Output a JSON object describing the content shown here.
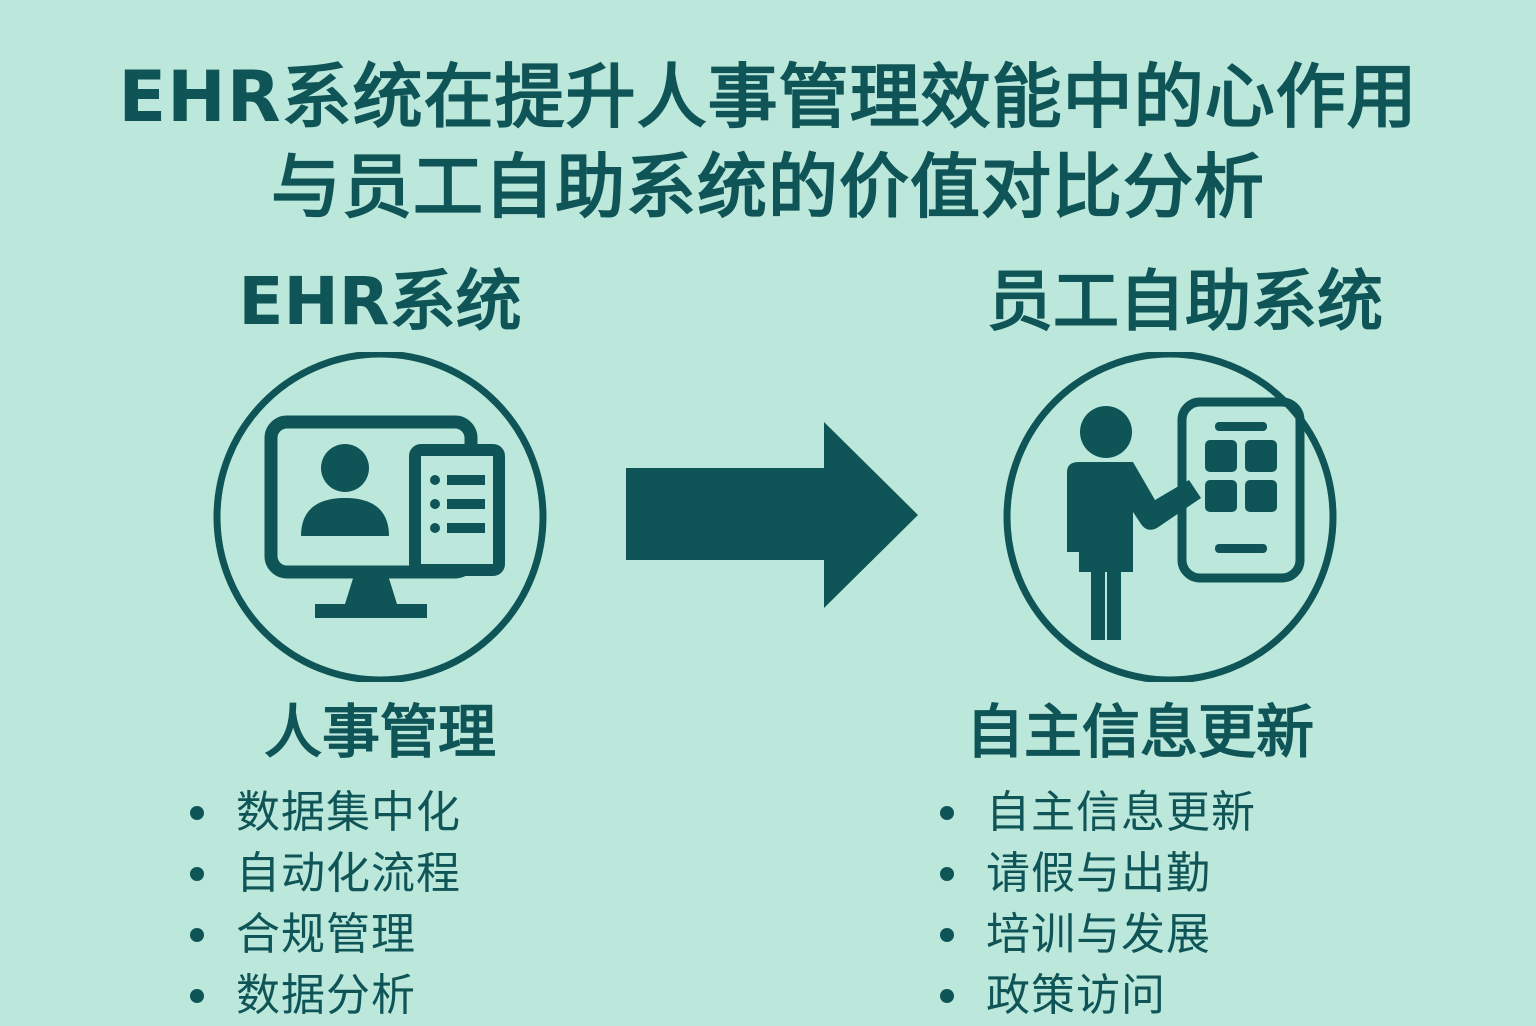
{
  "title": {
    "line1": "EHR系统在提升人事管理效能中的心作用",
    "line2": "与员工自助系统的价值对比分析"
  },
  "left": {
    "heading": "EHR系统",
    "icon": "monitor-with-user-profile-and-document-icon",
    "subheading": "人事管理",
    "items": [
      {
        "label": "数据集中化"
      },
      {
        "label": "自动化流程"
      },
      {
        "label": "合规管理"
      },
      {
        "label": "数据分析"
      }
    ]
  },
  "arrow": {
    "icon": "right-arrow-icon"
  },
  "right": {
    "heading": "员工自助系统",
    "icon": "person-using-tablet-icon",
    "subheading": "自主信息更新",
    "items": [
      {
        "label": "自主信息更新"
      },
      {
        "label": "请假与出勤"
      },
      {
        "label": "培训与发展"
      },
      {
        "label": "政策访问"
      }
    ]
  },
  "colors": {
    "background": "#bce8dc",
    "primary": "#0f5557"
  }
}
